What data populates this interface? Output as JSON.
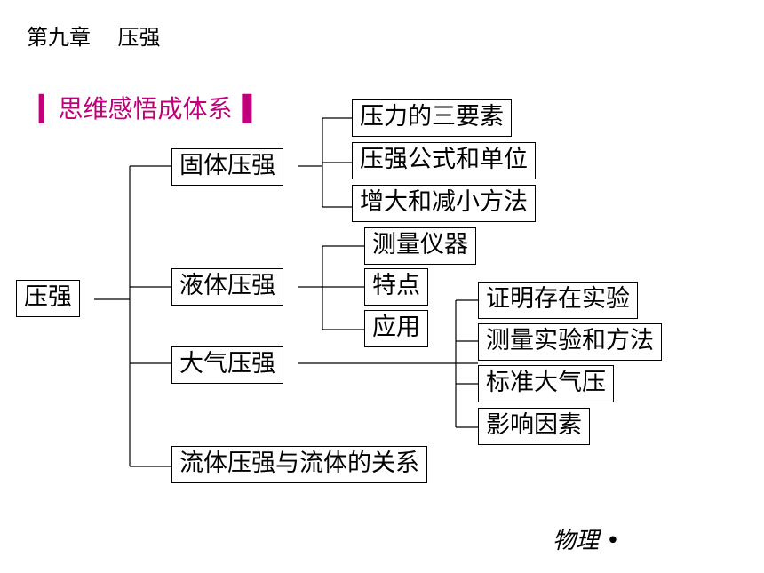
{
  "header": {
    "chapter": "第九章    压强"
  },
  "section_title": "▎思维感悟成体系▐",
  "root": "压强",
  "branches": {
    "solid": {
      "label": "固体压强",
      "children": [
        "压力的三要素",
        "压强公式和单位",
        "增大和减小方法"
      ]
    },
    "liquid": {
      "label": "液体压强",
      "children": [
        "测量仪器",
        "特点",
        "应用"
      ]
    },
    "atmosphere": {
      "label": "大气压强",
      "children": [
        "证明存在实验",
        "测量实验和方法",
        "标准大气压",
        "影响因素"
      ]
    },
    "fluid": {
      "label": "流体压强与流体的关系"
    }
  },
  "footer": "物理 •"
}
